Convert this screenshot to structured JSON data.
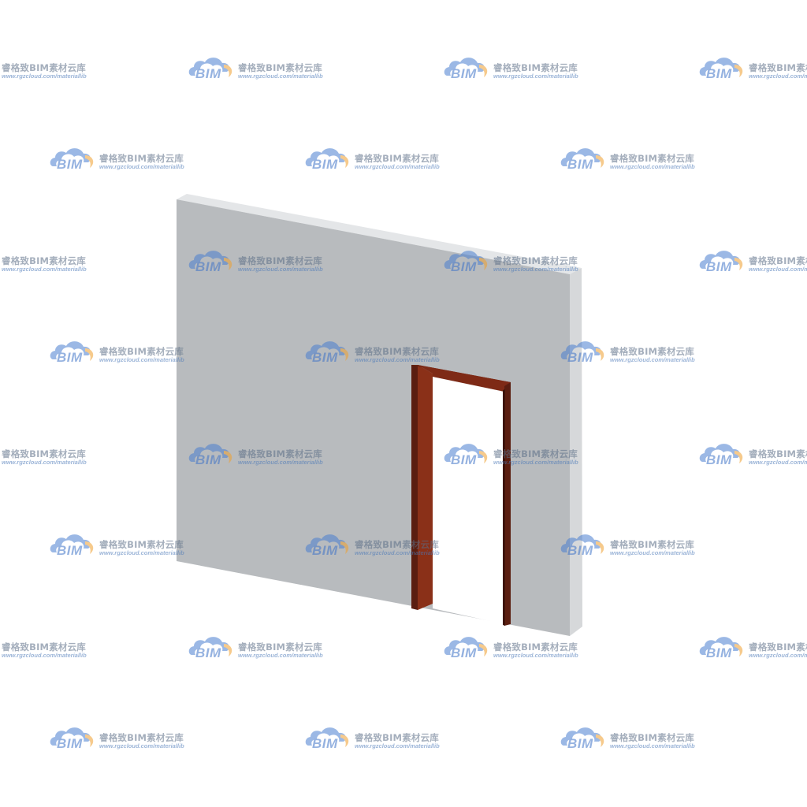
{
  "scene": {
    "subject": "wall-with-door-frame",
    "colors": {
      "wall_front": "#b8bbbe",
      "wall_top": "#e4e6e8",
      "wall_side": "#d6d8da",
      "frame_dark": "#5a1d10",
      "frame_mid": "#7e2a16",
      "frame_light": "#9a3a1f",
      "opening": "#ffffff"
    }
  },
  "watermark": {
    "logo_text": "BIM",
    "brand": "睿格致BIM素材云库",
    "url": "www.rgzcloud.com/materiallib",
    "colors": {
      "cloud_blue": "#4a7fd0",
      "cloud_orange": "#f0a030"
    }
  }
}
